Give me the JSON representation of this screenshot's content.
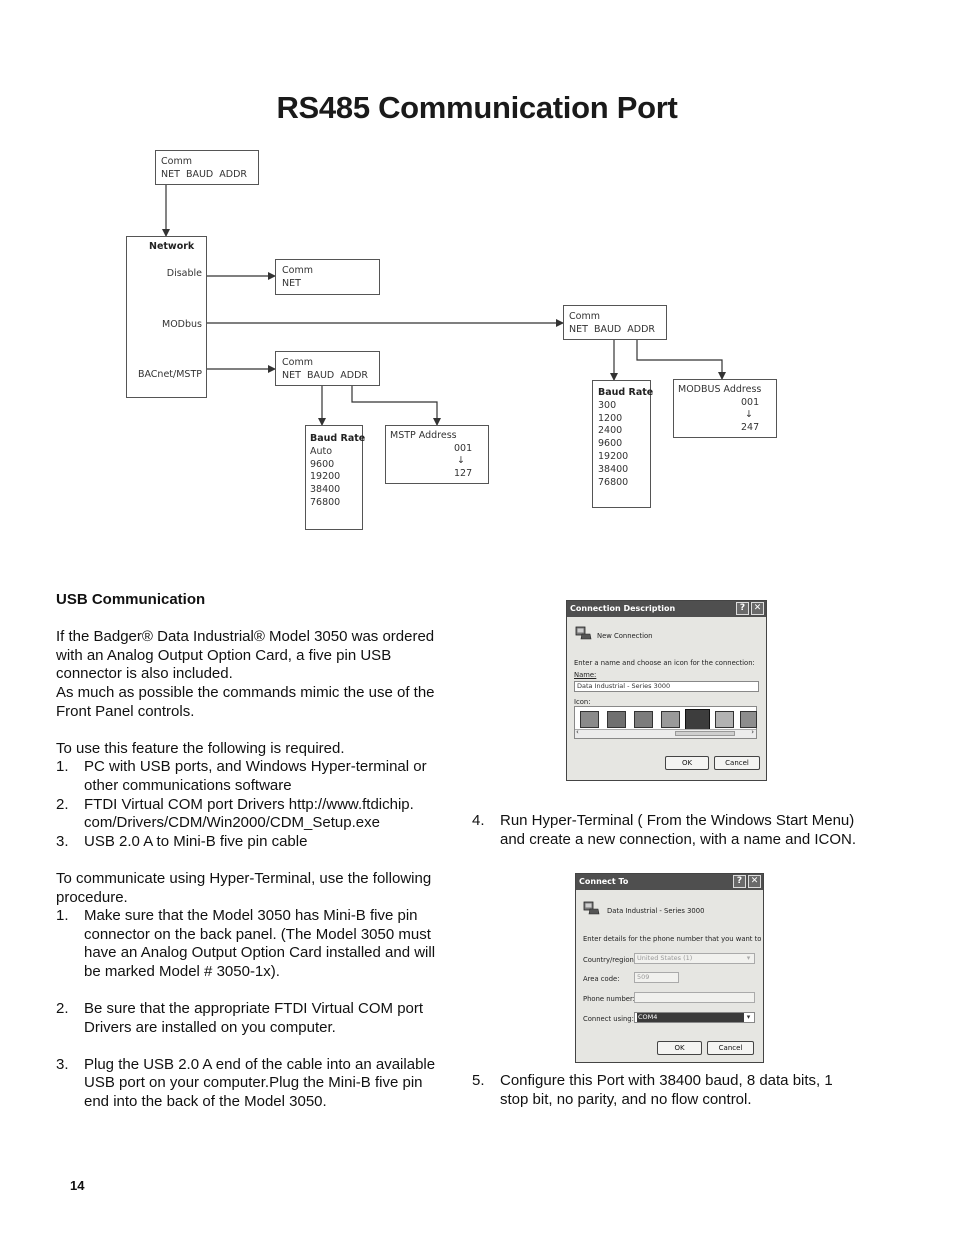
{
  "title": "RS485 Communication Port",
  "diagram": {
    "top_box": [
      "Comm",
      "NET  BAUD  ADDR"
    ],
    "network": {
      "heading": "Network",
      "options": [
        "Disable",
        "MODbus",
        "BACnet/MSTP"
      ]
    },
    "disable_box": [
      "Comm",
      "NET"
    ],
    "modbus_box": [
      "Comm",
      "NET  BAUD  ADDR"
    ],
    "bacnet_box": [
      "Comm",
      "NET  BAUD  ADDR"
    ],
    "bacnet_baud": {
      "heading": "Baud Rate",
      "values": [
        "Auto",
        "9600",
        "19200",
        "38400",
        "76800"
      ]
    },
    "mstp_address": {
      "heading": "MSTP Address",
      "from": "001",
      "arrow": "↓",
      "to": "127"
    },
    "modbus_baud": {
      "heading": "Baud Rate",
      "values": [
        "300",
        "1200",
        "2400",
        "9600",
        "19200",
        "38400",
        "76800"
      ]
    },
    "modbus_address": {
      "heading": "MODBUS Address",
      "from": "001",
      "arrow": "↓",
      "to": "247"
    }
  },
  "left": {
    "heading": "USB Communication",
    "intro": [
      "If the Badger® Data Industrial® Model 3050 was ordered",
      "with an Analog Output Option Card, a five pin USB",
      "connector is also included.",
      "As much as possible the commands mimic the use of the",
      "Front Panel controls."
    ],
    "req_intro": "To use this feature the following is required.",
    "requirements": [
      {
        "n": "1.",
        "lines": [
          "PC with USB ports, and Windows Hyper-terminal or",
          "other communications software"
        ]
      },
      {
        "n": "2.",
        "lines": [
          "FTDI Virtual COM port Drivers http://www.ftdichip.",
          "com/Drivers/CDM/Win2000/CDM_Setup.exe"
        ]
      },
      {
        "n": "3.",
        "lines": [
          "USB 2.0 A to Mini-B five pin cable"
        ]
      }
    ],
    "proc_intro": [
      "To communicate using Hyper-Terminal, use the following",
      "procedure."
    ],
    "steps": [
      {
        "n": "1.",
        "lines": [
          "Make sure that the Model 3050 has Mini-B five pin",
          "connector on the back panel. (The Model 3050 must",
          "have an Analog Output Option Card installed and will",
          "be marked Model # 3050-1x)."
        ]
      },
      {
        "n": "2.",
        "lines": [
          "Be sure that the appropriate FTDI Virtual COM port",
          "Drivers are installed on you computer."
        ]
      },
      {
        "n": "3.",
        "lines": [
          "Plug the USB 2.0 A end of the cable into an available",
          "USB port on your computer.Plug the Mini-B five pin",
          "end into the back of the Model 3050."
        ]
      }
    ]
  },
  "right": {
    "step4": {
      "n": "4.",
      "lines": [
        "Run Hyper-Terminal ( From the Windows Start Menu)",
        "and create a new connection, with a name and ICON."
      ]
    },
    "step5": {
      "n": "5.",
      "lines": [
        "Configure this Port with 38400 baud, 8 data bits, 1",
        "stop bit, no parity, and no flow control."
      ]
    }
  },
  "dialog1": {
    "title": "Connection Description",
    "heading": "New Connection",
    "prompt": "Enter a name and choose an icon for the connection:",
    "name_label": "Name:",
    "name_value": "Data Industrial - Series 3000",
    "icon_label": "Icon:",
    "ok": "OK",
    "cancel": "Cancel"
  },
  "dialog2": {
    "title": "Connect To",
    "heading": "Data Industrial - Series 3000",
    "prompt": "Enter details for the phone number that you want to dial:",
    "country_label": "Country/region:",
    "country_value": "United States (1)",
    "area_label": "Area code:",
    "area_value": "509",
    "phone_label": "Phone number:",
    "connect_label": "Connect using:",
    "connect_value": "COM4",
    "ok": "OK",
    "cancel": "Cancel"
  },
  "page_number": "14"
}
